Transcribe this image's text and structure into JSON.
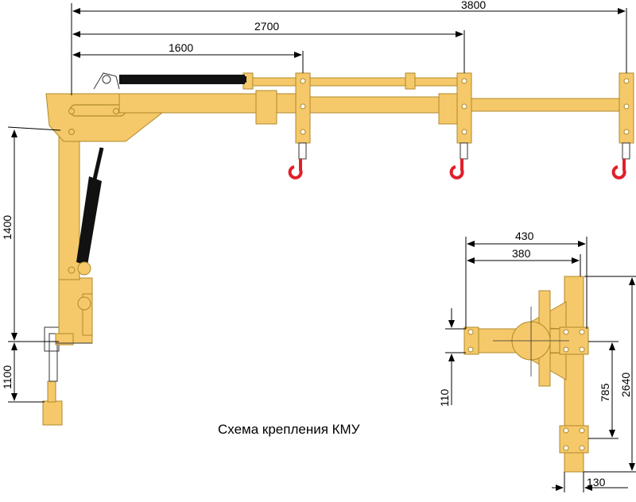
{
  "colors": {
    "structure": "#f5c86a",
    "outline": "#b08a2a",
    "hydraulic": "#111111",
    "hook": "#e0202a",
    "dimension": "#000000"
  },
  "dimensions": {
    "reach_3800": "3800",
    "reach_2700": "2700",
    "reach_1600": "1600",
    "height_1400": "1400",
    "height_1100": "1100",
    "width_430": "430",
    "width_380": "380",
    "gap_110": "110",
    "length_785": "785",
    "length_2640": "2640",
    "width_130": "130"
  },
  "caption": "Схема крепления КМУ"
}
